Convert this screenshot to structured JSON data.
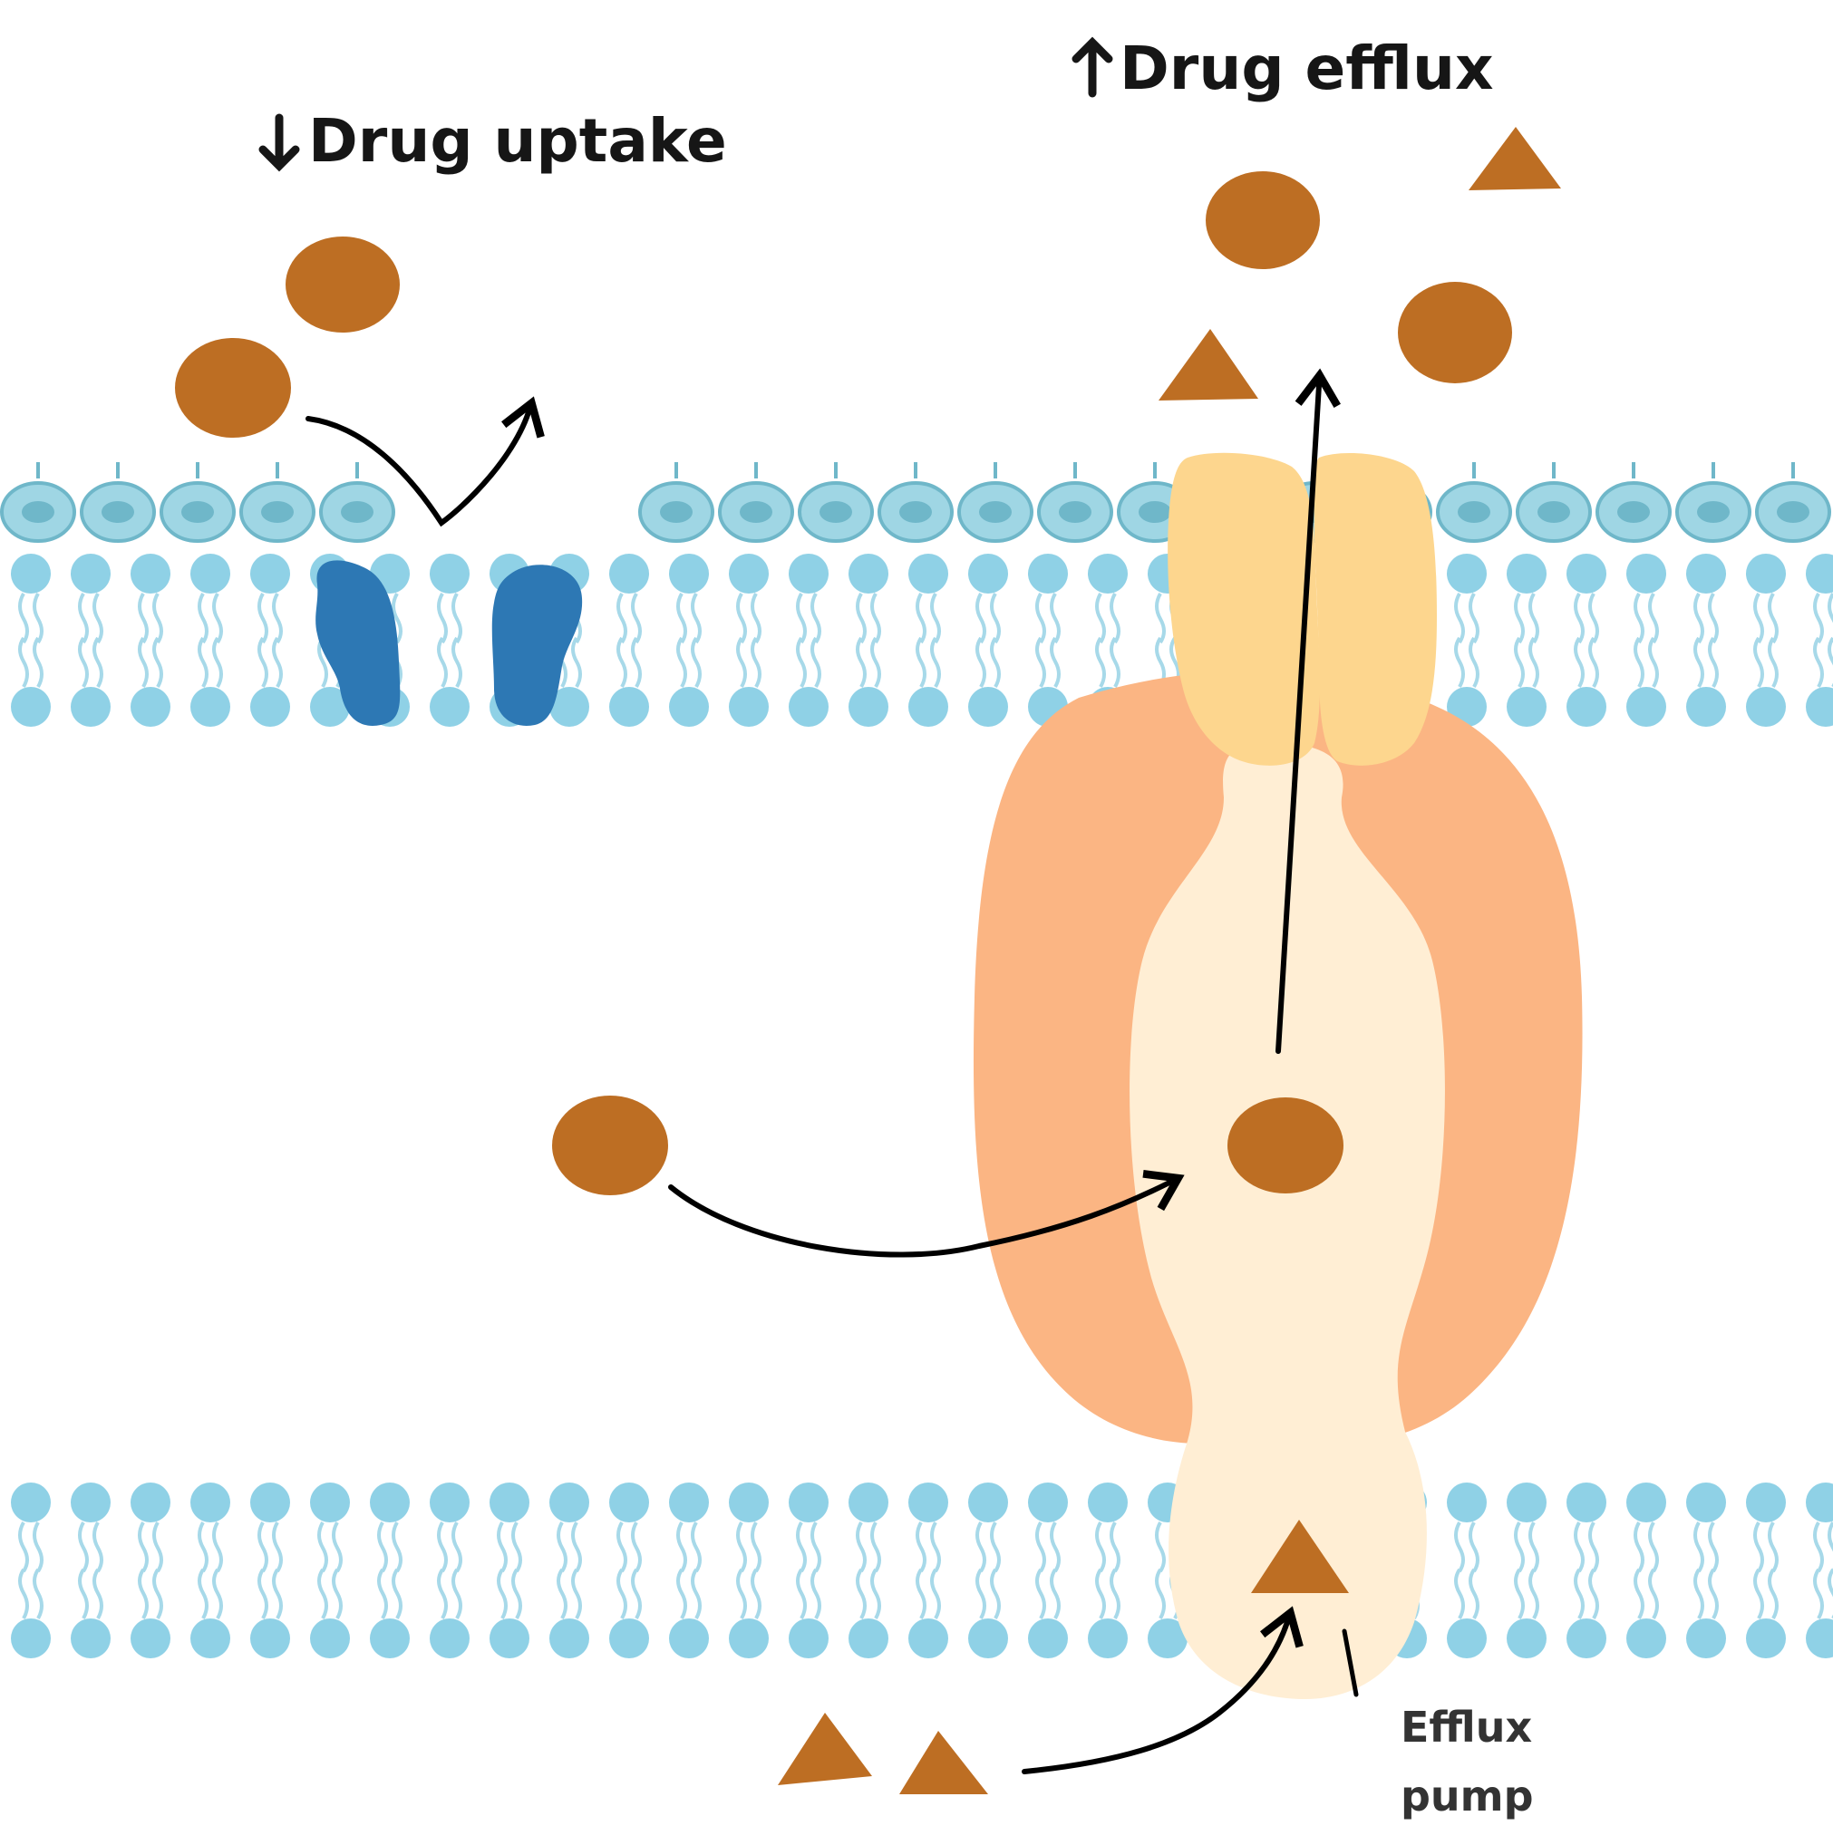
{
  "labels": {
    "uptake": "Drug uptake",
    "efflux": "Drug efflux",
    "pump_line1": "Efflux",
    "pump_line2": "pump"
  },
  "icons": {
    "uptake_direction": "down-arrow-icon",
    "efflux_direction": "up-arrow-icon"
  },
  "colors": {
    "drug": "#bd6e23",
    "membrane_head": "#8fd1e6",
    "membrane_tail": "#a7d9e9",
    "outer_head": "#6fb7c9",
    "porin": "#2d78b4",
    "pump_outer": "#fbb583",
    "pump_inner": "#ffeed4",
    "pump_top": "#fdd68e",
    "arrow": "#000000"
  }
}
